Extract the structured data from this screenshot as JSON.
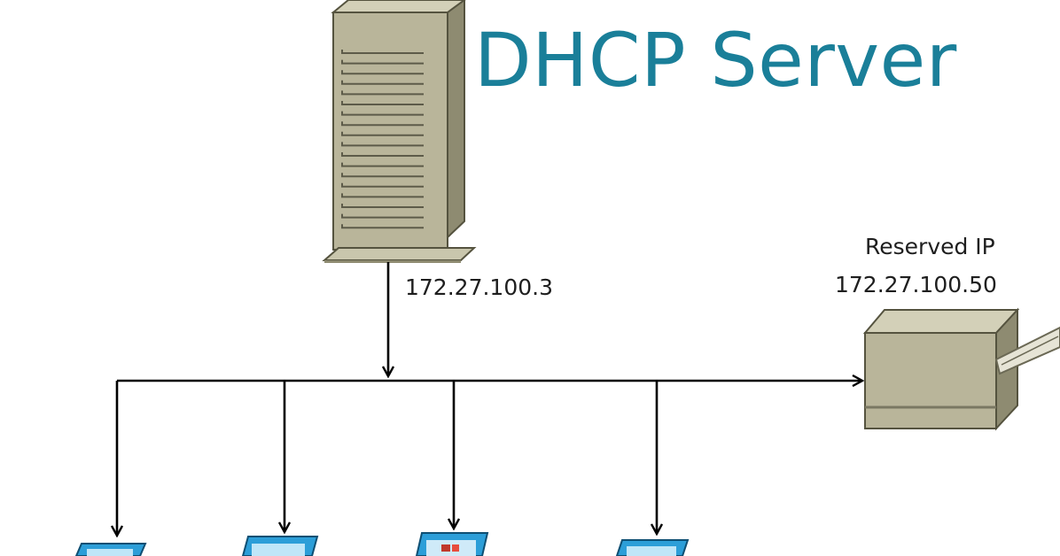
{
  "diagram": {
    "title": "DHCP Server",
    "server": {
      "ip": "172.27.100.3",
      "icon": "server-tower-icon"
    },
    "printer": {
      "label": "Reserved IP",
      "ip": "172.27.100.50",
      "icon": "printer-icon"
    },
    "clients": [
      {
        "icon": "computer-monitor-icon"
      },
      {
        "icon": "computer-monitor-icon"
      },
      {
        "icon": "computer-monitor-icon"
      },
      {
        "icon": "computer-monitor-icon"
      }
    ],
    "colors": {
      "title": "#1a7f99",
      "device_fill": "#b9b59a",
      "device_side": "#8e8b71",
      "device_top": "#d3d0b8",
      "monitor_blue": "#2c9ed8",
      "line": "#000000"
    }
  }
}
